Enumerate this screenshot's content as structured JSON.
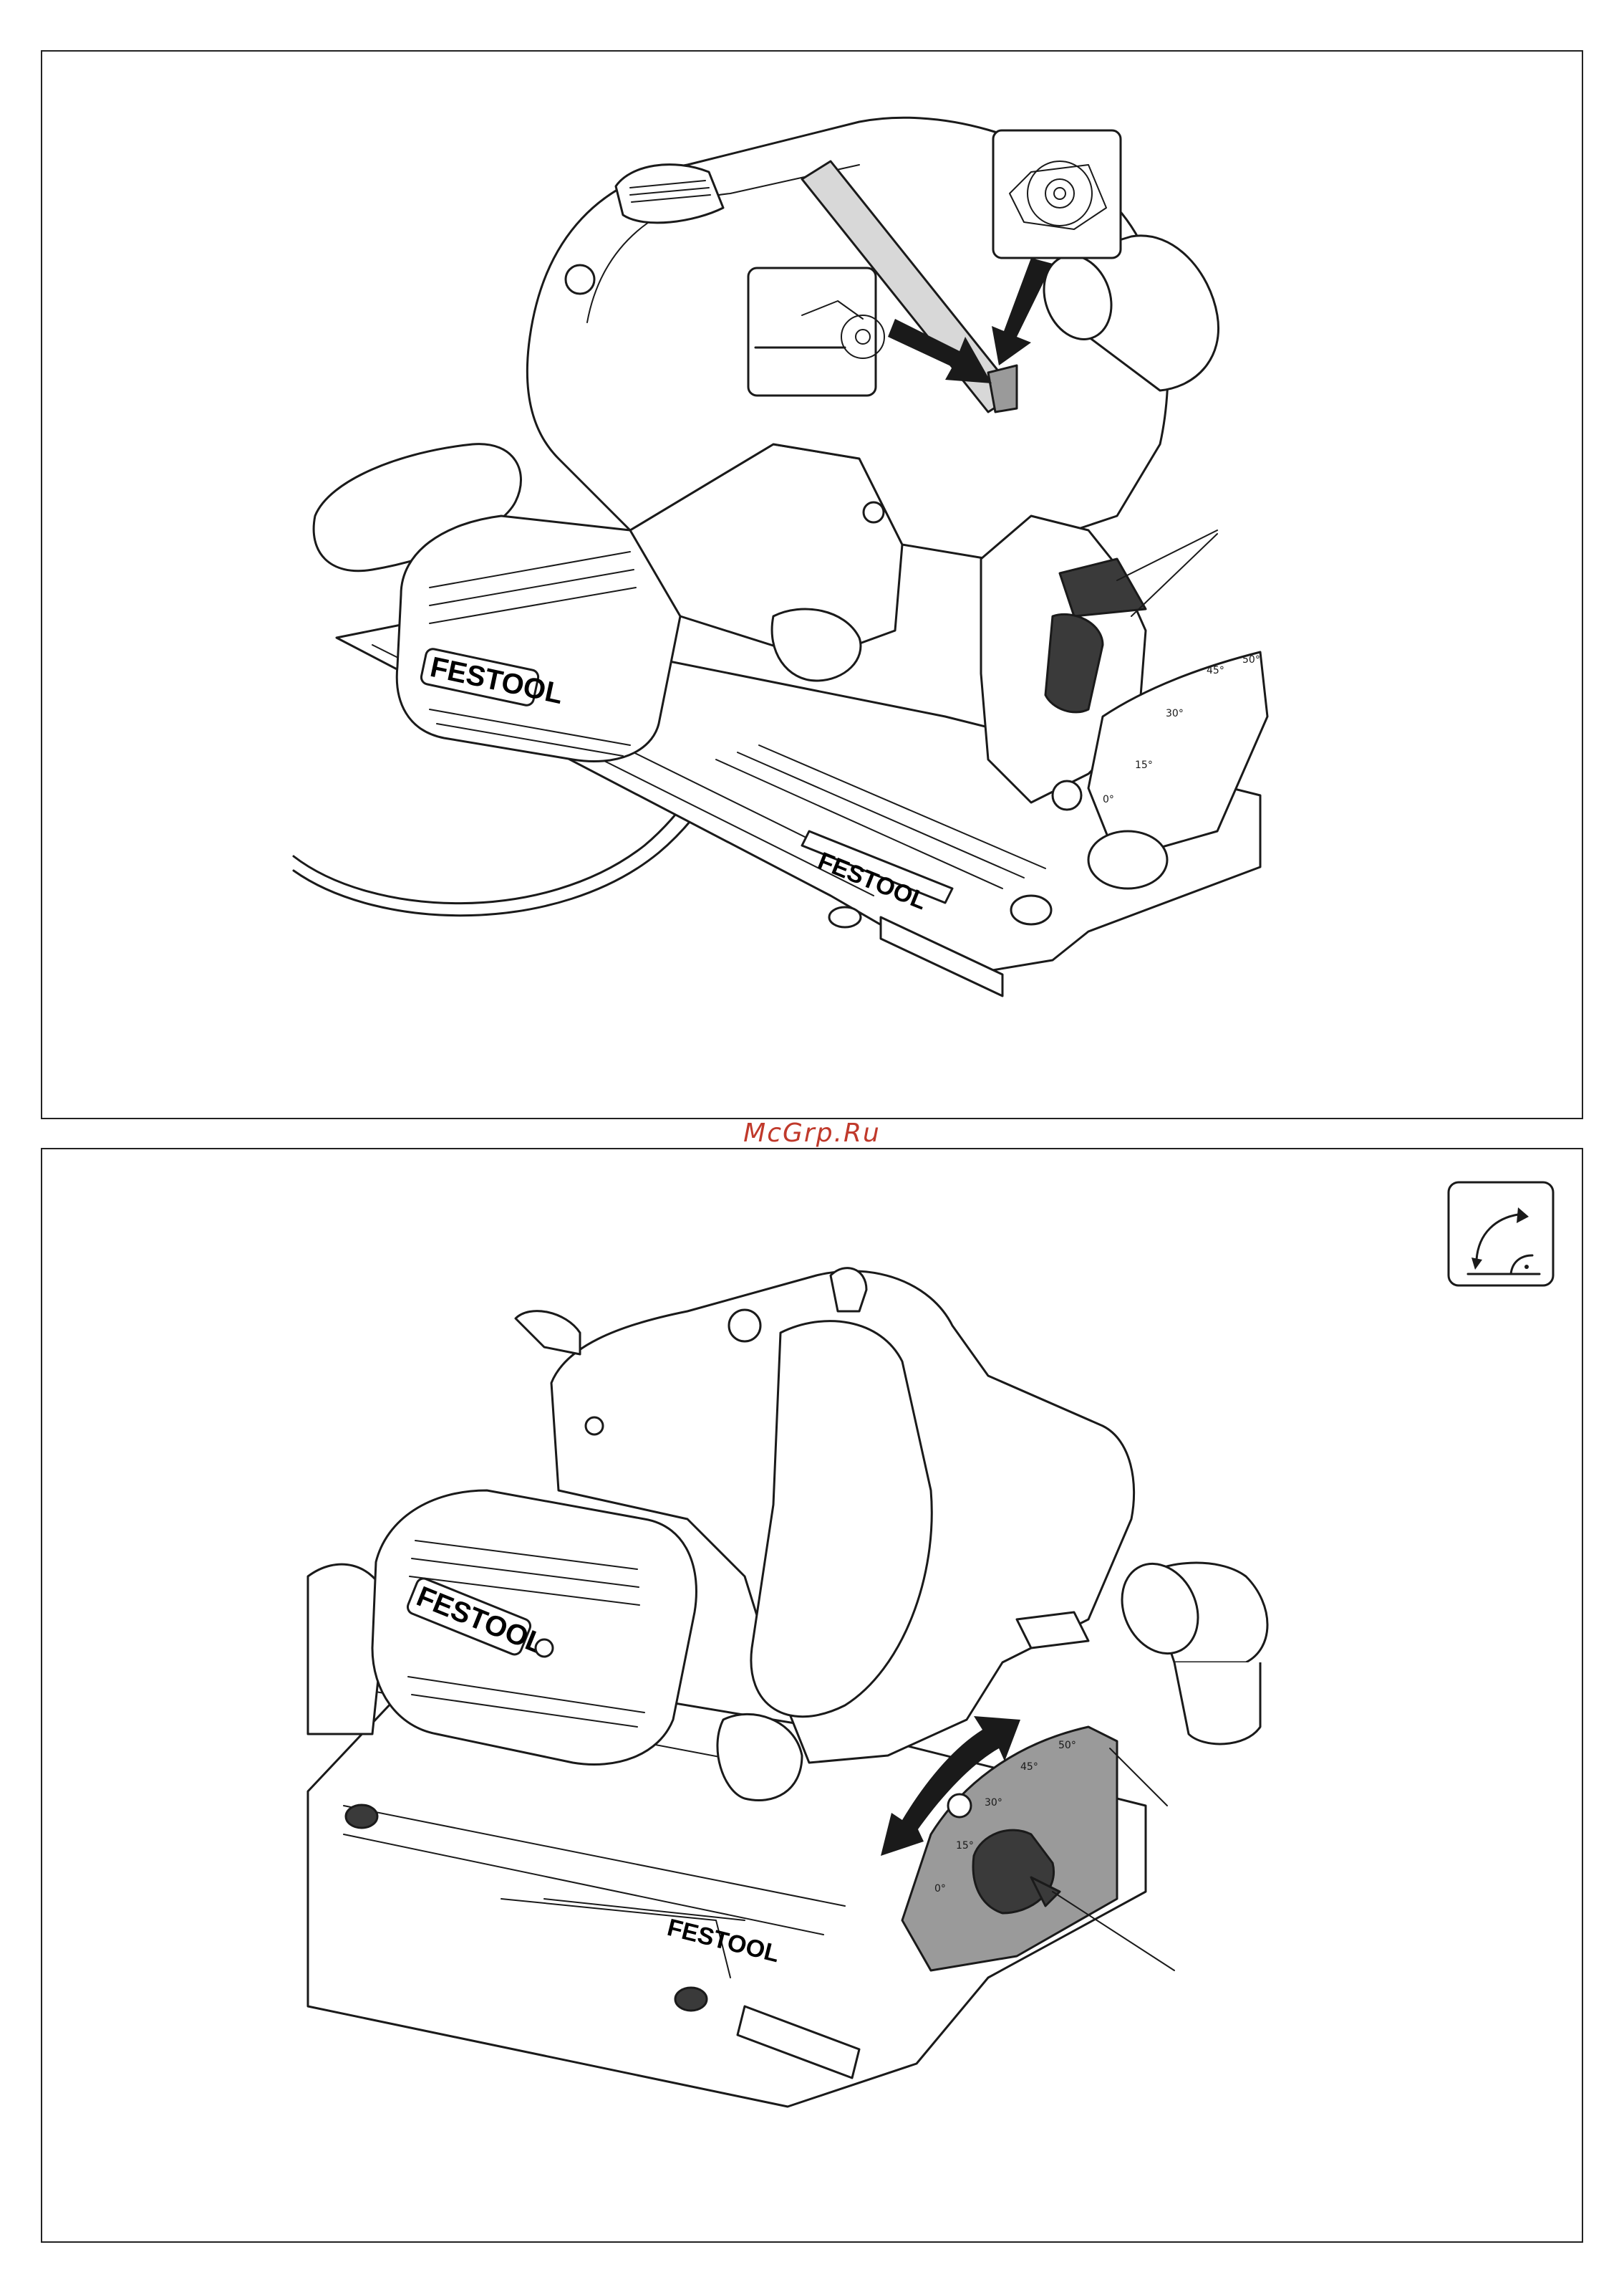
{
  "watermark": {
    "text": "McGrp.Ru",
    "color": "#c0392b"
  },
  "figure_top": {
    "brand_housing": "FESTOOL",
    "brand_rail": "FESTOOL",
    "bevel_ticks": [
      "0°",
      "15°",
      "30°",
      "45°",
      "50°"
    ]
  },
  "figure_bottom": {
    "brand_housing": "FESTOOL",
    "brand_rail": "FESTOOL",
    "bevel_ticks": [
      "0°",
      "15°",
      "30°",
      "45°",
      "50°"
    ],
    "icon": "bevel-angle-icon"
  },
  "colors": {
    "line": "#1a1a1a",
    "highlight_gray": "#9a9a9a",
    "knob_dark": "#3a3a3a"
  }
}
